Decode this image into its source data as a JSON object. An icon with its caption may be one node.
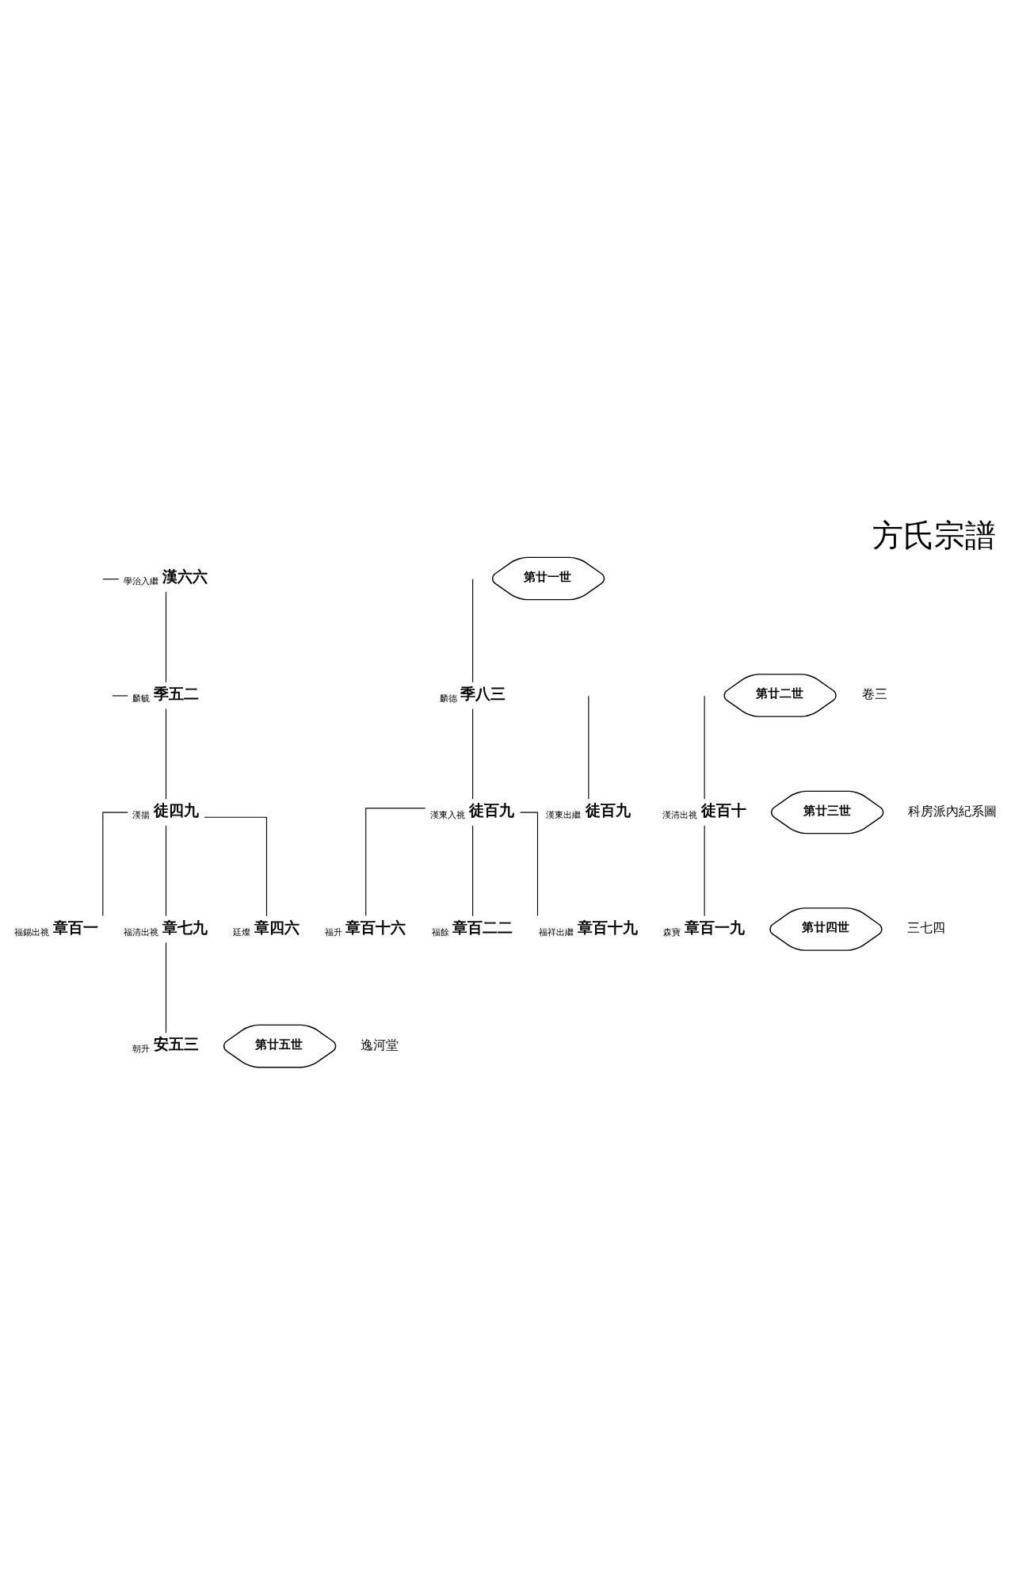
{
  "diagram": {
    "title": "方氏宗譜",
    "nodes": [
      {
        "text": [
          "第廿一世"
        ]
      },
      {
        "text": [
          "第廿二世"
        ]
      },
      {
        "text": [
          "第廿三世"
        ]
      },
      {
        "text": [
          "第廿四世"
        ]
      },
      {
        "text": [
          "第廿五世"
        ]
      },
      {
        "text": [
          "漢六六"
        ],
        "beside": [
          "學治入繼"
        ]
      },
      {
        "text": [
          "季八三"
        ],
        "beside": [
          "麟德"
        ]
      },
      {
        "text": [
          "季五二"
        ],
        "beside": [
          "麟毓"
        ]
      },
      {
        "text": [
          "徒百九"
        ],
        "beside": [
          "漢東出繼"
        ]
      },
      {
        "text": [
          "徒百十"
        ],
        "beside": [
          "漢清出祧"
        ]
      },
      {
        "text": [
          "徒百九"
        ],
        "beside": [
          "漢東入祧"
        ]
      },
      {
        "text": [
          "徒四九"
        ],
        "beside": [
          "漢揚"
        ]
      },
      {
        "text": [
          "章百一九"
        ],
        "beside": [
          "森寶"
        ]
      },
      {
        "text": [
          "章百十九"
        ],
        "beside": [
          "福祥出繼"
        ]
      },
      {
        "text": [
          "章百二二"
        ],
        "beside": [
          "福餘"
        ]
      },
      {
        "text": [
          "章百十六"
        ],
        "beside": [
          "福升"
        ]
      },
      {
        "text": [
          "章四六"
        ],
        "beside": [
          "廷燦"
        ]
      },
      {
        "text": [
          "章七九"
        ],
        "beside": [
          "福清出祧"
        ]
      },
      {
        "text": [
          "章百一"
        ],
        "beside": [
          "福錫出祧"
        ]
      },
      {
        "text": [
          "安五三"
        ],
        "beside": [
          "朝升"
        ]
      }
    ],
    "edges": [
      {
        "from": 5,
        "to": 7,
        "arrow": "none"
      },
      {
        "from": 5,
        "to": null,
        "arrow": "none"
      },
      {
        "from": null,
        "to": 6,
        "arrow": "none"
      },
      {
        "from": 7,
        "to": 11,
        "arrow": "none"
      },
      {
        "from": 7,
        "to": null,
        "arrow": "none"
      },
      {
        "from": 6,
        "to": 10,
        "arrow": "none"
      },
      {
        "from": null,
        "to": 8,
        "arrow": "none"
      },
      {
        "from": null,
        "to": 9,
        "arrow": "none"
      },
      {
        "from": 9,
        "to": 12,
        "arrow": "none"
      },
      {
        "from": 10,
        "to": 13,
        "arrow": "none"
      },
      {
        "from": 10,
        "to": 14,
        "arrow": "none"
      },
      {
        "from": 10,
        "to": 15,
        "arrow": "none"
      },
      {
        "from": 11,
        "to": 16,
        "arrow": "none"
      },
      {
        "from": 11,
        "to": 17,
        "arrow": "none"
      },
      {
        "from": 11,
        "to": 18,
        "arrow": "none"
      },
      {
        "from": 17,
        "to": 19,
        "arrow": "none"
      }
    ],
    "labels": [
      "卷三",
      "科房派內紀系圖",
      "三七四",
      "逸河堂"
    ]
  }
}
